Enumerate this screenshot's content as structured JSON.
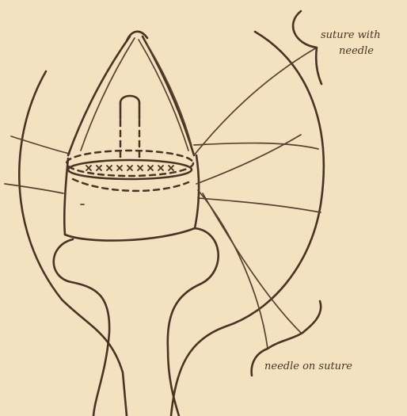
{
  "labels": {
    "suture_with_needle_line1": "suture with",
    "suture_with_needle_line2": "needle",
    "needle_on_suture": "needle on suture"
  },
  "colors": {
    "paper": "#f3e2bf",
    "ink": "#4a3323"
  },
  "stitch_marks": {
    "count": 9,
    "mark": "x"
  }
}
